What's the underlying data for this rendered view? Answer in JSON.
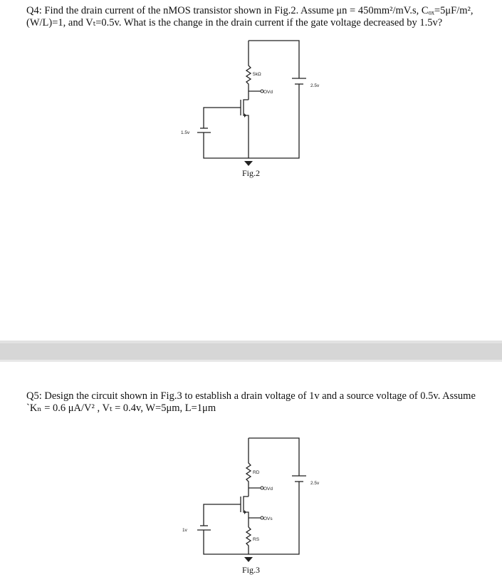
{
  "q4": {
    "line1": "Q4: Find the drain current of the nMOS transistor shown in Fig.2. Assume μn = 450mm²/mV.s, Cₒₓ=5μF/m²,",
    "line2": "(W/L)=1, and Vₜ=0.5v. What is the change in the drain current if the gate voltage decreased by 1.5v?"
  },
  "q5": {
    "line1": "Q5: Design the circuit shown in Fig.3 to establish a drain voltage of 1v and a source voltage of 0.5v. Assume",
    "line2": "`Kₙ = 0.6 μA/V² , Vₜ = 0.4v, W=5μm, L=1μm"
  },
  "fig2": {
    "caption": "Fig.2",
    "resistor_label": "5kΩ",
    "drain_node_label": "OVd",
    "supply_label": "2.5v",
    "gate_source_label": "1.5v"
  },
  "fig3": {
    "caption": "Fig.3",
    "drain_resistor_label": "RD",
    "source_resistor_label": "RS",
    "drain_node_label": "OVd",
    "source_node_label": "OVs",
    "supply_label": "2.5v",
    "gate_source_label": "1v"
  }
}
